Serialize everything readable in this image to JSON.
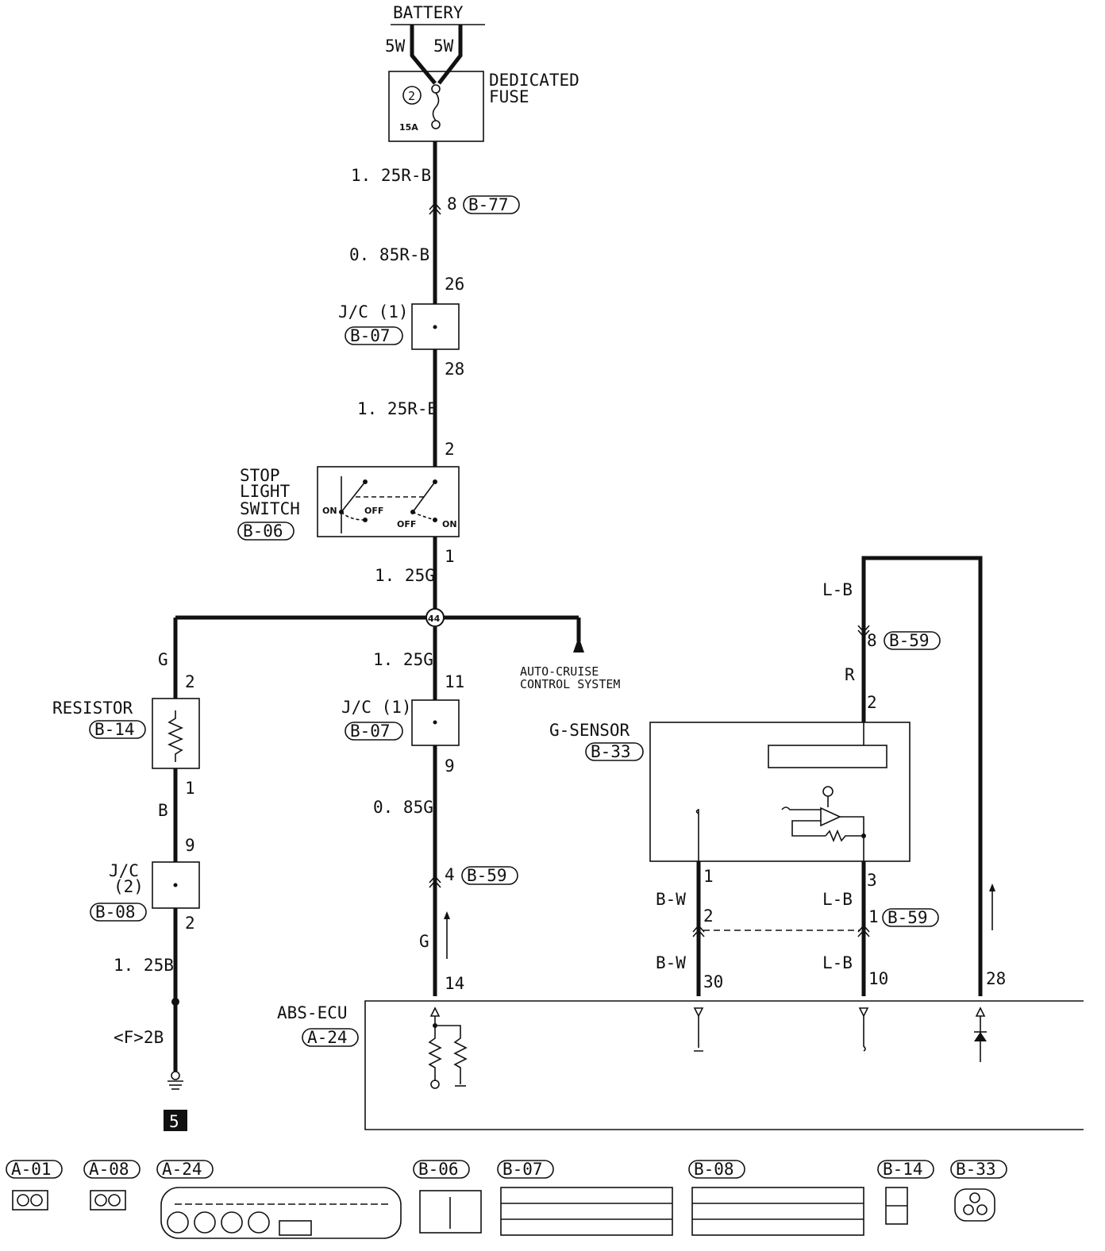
{
  "battery": {
    "label": "BATTERY",
    "wires": [
      "5W",
      "5W"
    ]
  },
  "fuse": {
    "label_1": "DEDICATED",
    "label_2": "FUSE",
    "number": "2",
    "rating": "15A"
  },
  "wires": {
    "w1": "1. 25R-B",
    "w2": "0. 85R-B",
    "w3": "1. 25R-B",
    "w4": "1. 25G",
    "w5": "1. 25G",
    "w6": "0. 85G",
    "w7": "G",
    "w8": "G",
    "w9": "B",
    "w10": "1. 25B",
    "w11": "<F>2B",
    "w12": "L-B",
    "w13": "R",
    "w14": "B-W",
    "w15": "B-W",
    "w16": "L-B",
    "w17": "L-B"
  },
  "pins": {
    "p_b77": "8",
    "p26": "26",
    "p28": "28",
    "p2_sw": "2",
    "p1_sw": "1",
    "p11": "11",
    "p9_jc": "9",
    "p4": "4",
    "p14": "14",
    "p2_res": "2",
    "p1_res": "1",
    "p9_jc2": "9",
    "p2_jc2": "2",
    "p8": "8",
    "p2_gs": "2",
    "p1_gs": "1",
    "p3_gs": "3",
    "p2_b59": "2",
    "p1_b59": "1",
    "p30": "30",
    "p10": "10",
    "p28_ecu": "28"
  },
  "connectors": {
    "b77": "B-77",
    "b07a": "B-07",
    "b06": "B-06",
    "b07b": "B-07",
    "b14": "B-14",
    "b08": "B-08",
    "b33": "B-33",
    "b59a": "B-59",
    "b59b": "B-59",
    "b59c": "B-59",
    "a24": "A-24"
  },
  "components": {
    "jc1a": "J/C (1)",
    "jc1b": "J/C (1)",
    "jc2_1": "J/C",
    "jc2_2": "(2)",
    "stop_1": "STOP",
    "stop_2": "LIGHT",
    "stop_3": "SWITCH",
    "sw_on1": "ON",
    "sw_off1": "OFF",
    "sw_off2": "OFF",
    "sw_on2": "ON",
    "resistor": "RESISTOR",
    "gsensor": "G-SENSOR",
    "abs": "ABS-ECU",
    "cruise_1": "AUTO-CRUISE",
    "cruise_2": "CONTROL SYSTEM",
    "junction": "44",
    "ground_ref": "5"
  },
  "legend": {
    "items": [
      "A-01",
      "A-08",
      "A-24",
      "B-06",
      "B-07",
      "B-08",
      "B-14",
      "B-33"
    ]
  }
}
